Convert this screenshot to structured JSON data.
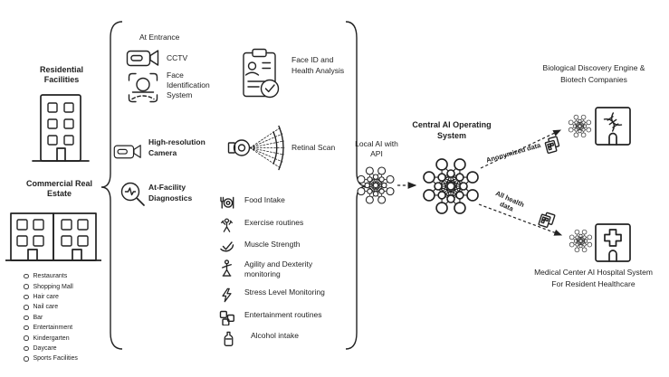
{
  "colors": {
    "ink": "#222222",
    "bg": "#ffffff"
  },
  "left_panel": {
    "residential_label": "Residential Facilities",
    "commercial_label": "Commercial Real Estate",
    "commercial_items": [
      "Restaurants",
      "Shopping Mall",
      "Hair care",
      "Nail care",
      "Bar",
      "Entertainment",
      "Kindergarten",
      "Daycare",
      "Sports Facilities"
    ]
  },
  "sensors": {
    "entrance_header": "At Entrance",
    "cctv_label": "CCTV",
    "face_id_label": "Face Identification System",
    "camera_label": "High-resolution Camera",
    "diagnostics_header": "At-Facility Diagnostics",
    "face_health_label": "Face ID and Health Analysis",
    "retinal_label": "Retinal Scan",
    "diagnostics_items": [
      "Food Intake",
      "Exercise routines",
      "Muscle Strength",
      "Agility and Dexterity monitoring",
      "Stress Level Monitoring",
      "Entertainment routines",
      "Alcohol intake"
    ]
  },
  "ai": {
    "local_label": "Local AI with API",
    "central_label": "Central AI Operating System"
  },
  "flows": {
    "to_biotech_label": "Anonymized data",
    "to_medical_label": "All health data"
  },
  "destinations": {
    "biotech_label": "Biological Discovery Engine & Biotech Companies",
    "medical_label": "Medical Center AI Hospital System For Resident Healthcare"
  }
}
